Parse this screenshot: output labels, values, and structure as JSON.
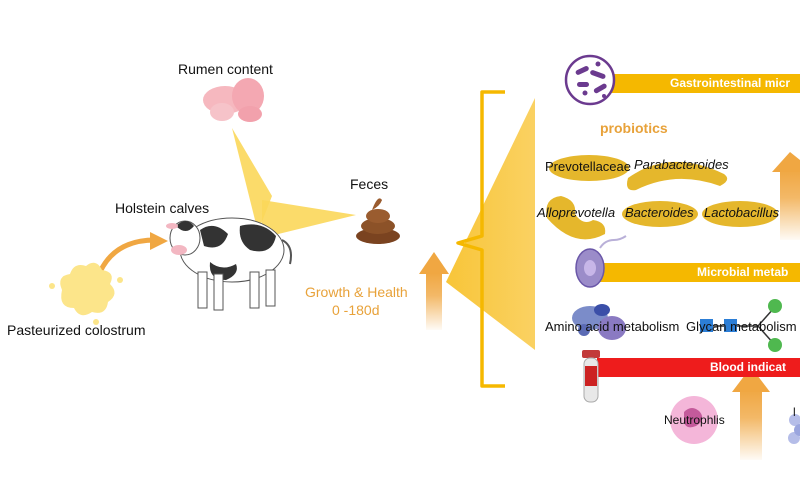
{
  "labels": {
    "rumen": "Rumen content",
    "holstein": "Holstein calves",
    "feces": "Feces",
    "colostrum": "Pasteurized colostrum",
    "growth": "Growth & Health",
    "period": "0 -180d"
  },
  "probiotics": {
    "title": "probiotics",
    "items": [
      "Prevotellaceae",
      "Parabacteroides",
      "Alloprevotella",
      "Bacteroides",
      "Lactobacillus"
    ]
  },
  "bars": {
    "gut": "Gastrointestinal micr",
    "metab": "Microbial metab",
    "blood": "Blood indicat"
  },
  "metabolism": {
    "amino": "Amino acid metabolism",
    "glycan": "Glycan metabolism"
  },
  "cells": {
    "neutrophils": "Neutrophlis",
    "cut": "l"
  },
  "colors": {
    "arrow_orange": "#f0a742",
    "highlight_yellow": "#f8c22e",
    "bar_yellow": "#f5b800",
    "bar_red": "#ee1c1c",
    "probiotic_blob": "#e5b72c"
  }
}
